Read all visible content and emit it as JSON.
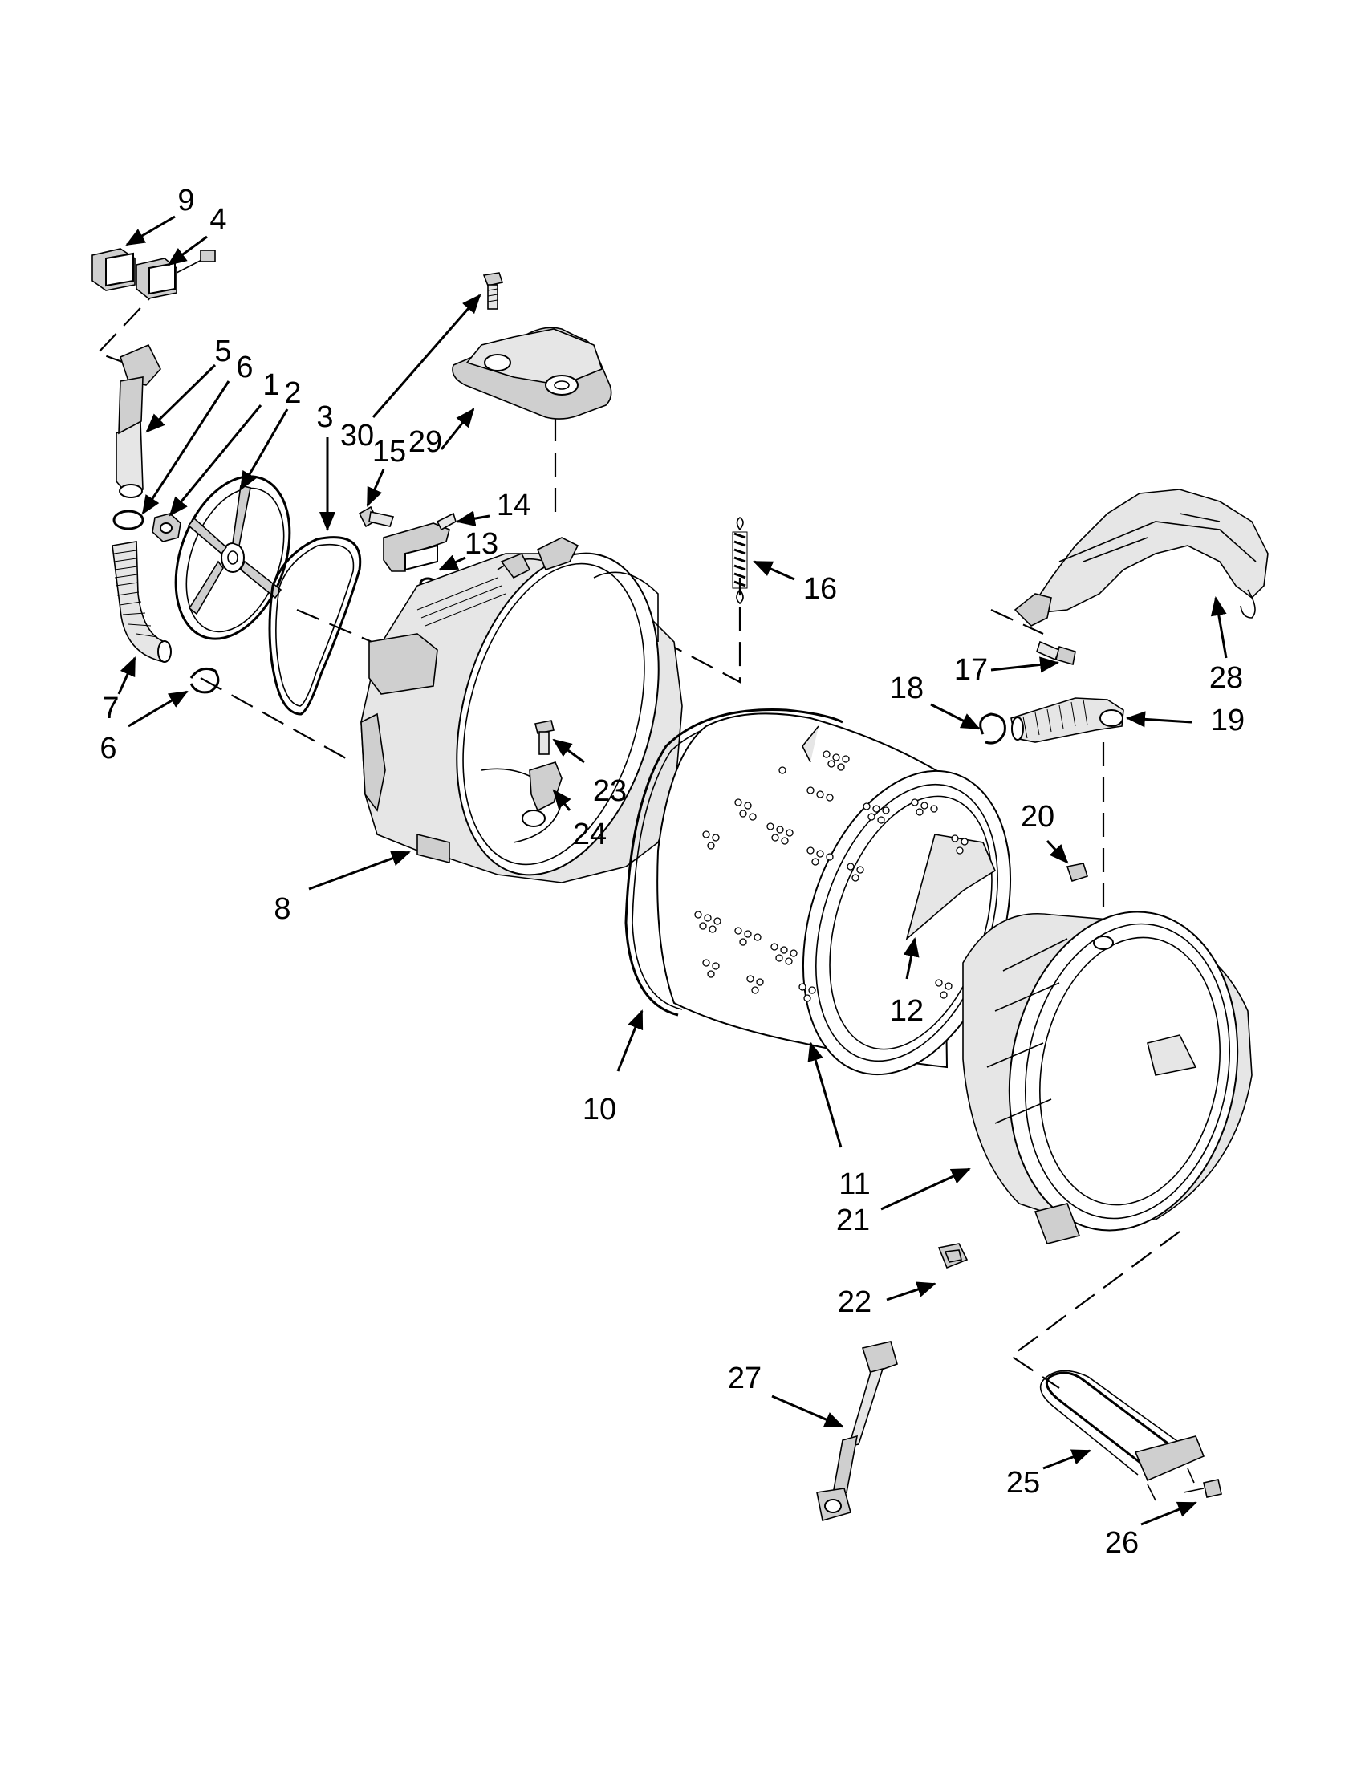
{
  "callouts": [
    {
      "id": "9",
      "text": "9"
    },
    {
      "id": "4",
      "text": "4"
    },
    {
      "id": "5",
      "text": "5"
    },
    {
      "id": "6a",
      "text": "6"
    },
    {
      "id": "1",
      "text": "1"
    },
    {
      "id": "2",
      "text": "2"
    },
    {
      "id": "3",
      "text": "3"
    },
    {
      "id": "30",
      "text": "30"
    },
    {
      "id": "15",
      "text": "15"
    },
    {
      "id": "29",
      "text": "29"
    },
    {
      "id": "14",
      "text": "14"
    },
    {
      "id": "13",
      "text": "13"
    },
    {
      "id": "16",
      "text": "16"
    },
    {
      "id": "7",
      "text": "7"
    },
    {
      "id": "6b",
      "text": "6"
    },
    {
      "id": "23",
      "text": "23"
    },
    {
      "id": "24",
      "text": "24"
    },
    {
      "id": "8",
      "text": "8"
    },
    {
      "id": "28",
      "text": "28"
    },
    {
      "id": "17",
      "text": "17"
    },
    {
      "id": "18",
      "text": "18"
    },
    {
      "id": "19",
      "text": "19"
    },
    {
      "id": "20",
      "text": "20"
    },
    {
      "id": "12",
      "text": "12"
    },
    {
      "id": "10",
      "text": "10"
    },
    {
      "id": "11",
      "text": "11"
    },
    {
      "id": "21",
      "text": "21"
    },
    {
      "id": "22",
      "text": "22"
    },
    {
      "id": "27",
      "text": "27"
    },
    {
      "id": "25",
      "text": "25"
    },
    {
      "id": "26",
      "text": "26"
    }
  ],
  "colors": {
    "ink": "#000000",
    "shade": "#cfcfcf",
    "paper": "#ffffff"
  }
}
